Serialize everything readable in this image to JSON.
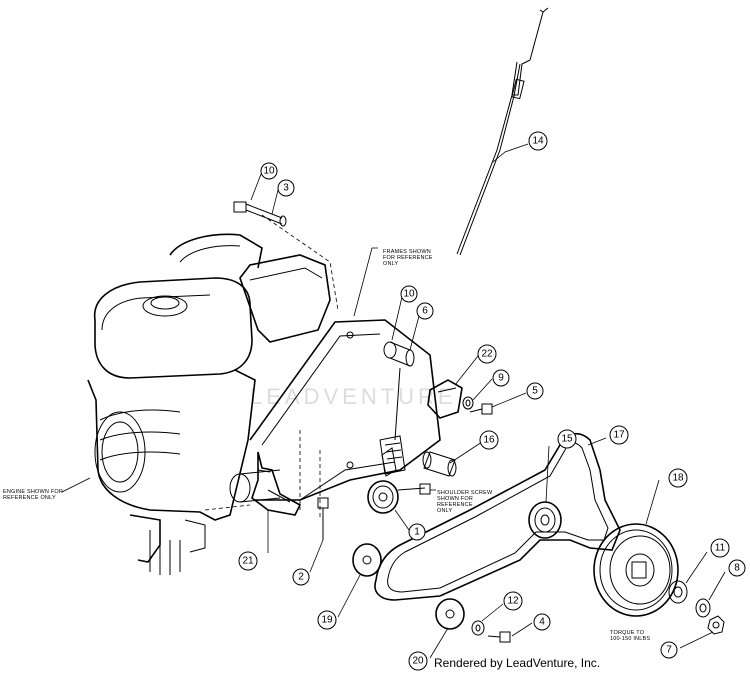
{
  "watermark": "LEADVENTURE",
  "credit": "Rendered by LeadVenture, Inc.",
  "notes": {
    "frames": [
      "FRAMES SHOWN",
      "FOR REFERENCE",
      "ONLY"
    ],
    "engine": [
      "ENGINE SHOWN FOR",
      "REFERENCE ONLY"
    ],
    "shoulder_screw": [
      "SHOULDER SCREW",
      "SHOWN FOR",
      "REFERENCE",
      "ONLY"
    ],
    "torque": [
      "TORQUE TO",
      "100-150 INLBS"
    ]
  },
  "callouts": [
    {
      "id": "c10a",
      "number": "10"
    },
    {
      "id": "c3",
      "number": "3"
    },
    {
      "id": "c14",
      "number": "14"
    },
    {
      "id": "c10b",
      "number": "10"
    },
    {
      "id": "c6",
      "number": "6"
    },
    {
      "id": "c22",
      "number": "22"
    },
    {
      "id": "c9",
      "number": "9"
    },
    {
      "id": "c5",
      "number": "5"
    },
    {
      "id": "c16",
      "number": "16"
    },
    {
      "id": "c15",
      "number": "15"
    },
    {
      "id": "c17",
      "number": "17"
    },
    {
      "id": "c18",
      "number": "18"
    },
    {
      "id": "c1",
      "number": "1"
    },
    {
      "id": "c11",
      "number": "11"
    },
    {
      "id": "c8",
      "number": "8"
    },
    {
      "id": "c21",
      "number": "21"
    },
    {
      "id": "c2",
      "number": "2"
    },
    {
      "id": "c19",
      "number": "19"
    },
    {
      "id": "c12",
      "number": "12"
    },
    {
      "id": "c4",
      "number": "4"
    },
    {
      "id": "c7",
      "number": "7"
    },
    {
      "id": "c20",
      "number": "20"
    }
  ]
}
